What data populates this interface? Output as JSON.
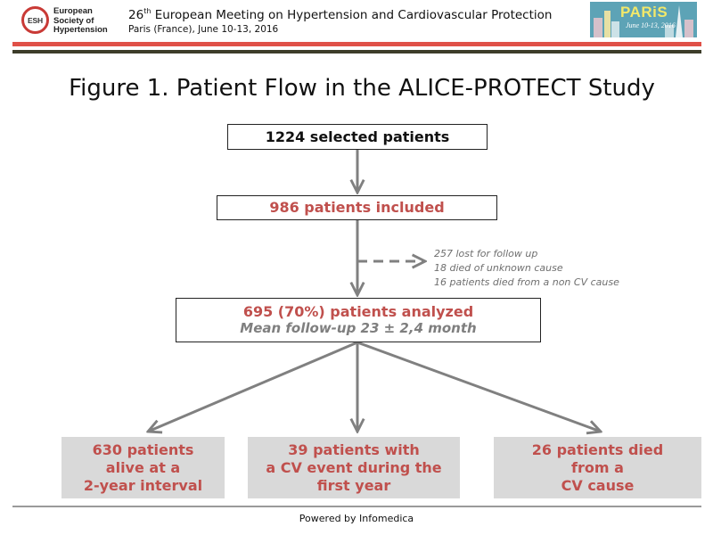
{
  "header": {
    "logo_abbr": "ESH",
    "org_name_lines": [
      "European",
      "Society of",
      "Hypertension"
    ],
    "meeting_ordinal": "26",
    "meeting_ordinal_suffix": "th",
    "meeting_title": " European Meeting on Hypertension and Cardiovascular Protection",
    "venue": "Paris (France), June 10-13, 2016",
    "banner_title": "PARiS",
    "banner_dates": "June 10-13, 2016",
    "colors": {
      "red_stripe": "#e05047",
      "dark_stripe": "#3d3d2a",
      "banner": "#5da3b6"
    }
  },
  "figure": {
    "title": "Figure 1. Patient Flow in the ALICE-PROTECT Study",
    "nodes": {
      "selected": "1224 selected patients",
      "included": "986 patients included",
      "analyzed": "695 (70%) patients analyzed",
      "followup": "Mean follow-up 23 ± 2,4 month"
    },
    "exclusions": [
      "257 lost for follow up",
      "18 died of unknown cause",
      "16 patients died from a non CV cause"
    ],
    "outcomes": [
      {
        "lines": [
          "630 patients",
          "alive at a",
          "2-year interval"
        ]
      },
      {
        "lines": [
          "39 patients with",
          "a CV event during the",
          "first year"
        ]
      },
      {
        "lines": [
          "26 patients died",
          "from a",
          "CV cause"
        ]
      }
    ],
    "colors": {
      "highlight": "#c0504d",
      "muted": "#7f7f7f",
      "arrow": "#808080",
      "outcome_bg": "#d9d9d9"
    }
  },
  "footer": {
    "text": "Powered by Infomedica"
  }
}
